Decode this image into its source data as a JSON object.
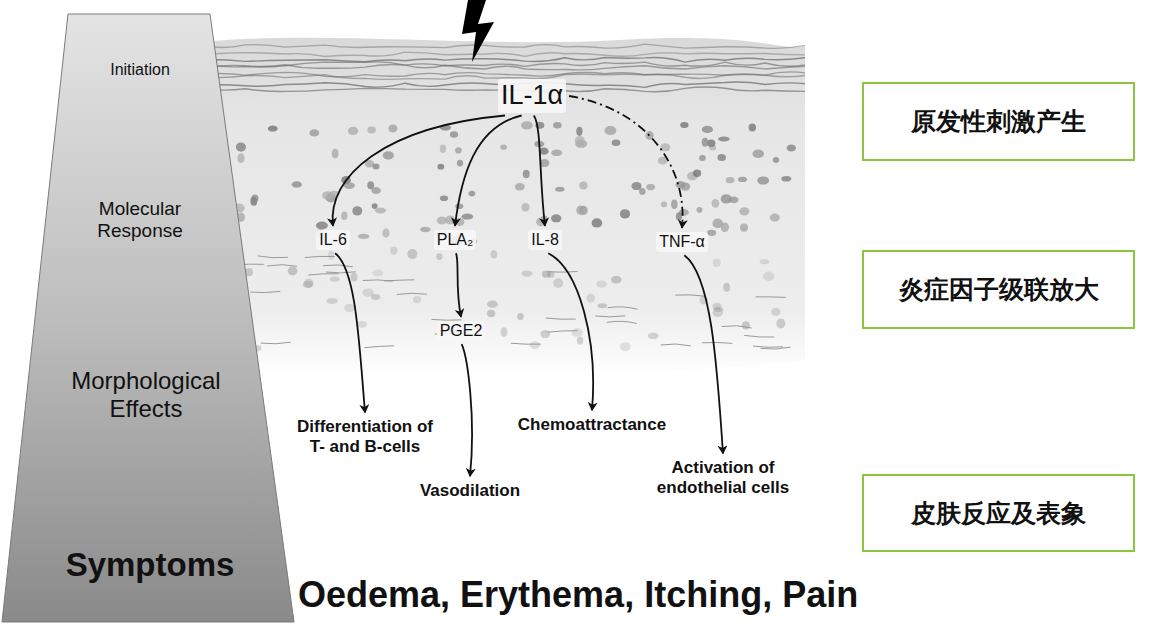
{
  "diagram": {
    "nodes": [
      {
        "text": [
          "Initiation",
          "Molecular Response",
          "Morphological Effects",
          "Symptoms"
        ]
      },
      {
        "text": [
          "IL-1α"
        ]
      },
      {
        "text": [
          "IL-6"
        ]
      },
      {
        "text": [
          "PLA₂"
        ]
      },
      {
        "text": [
          "IL-8"
        ]
      },
      {
        "text": [
          "TNF-α"
        ]
      },
      {
        "text": [
          "PGE2"
        ]
      },
      {
        "text": [
          "Differentiation of T- and B-cells"
        ]
      },
      {
        "text": [
          "Vasodilation"
        ]
      },
      {
        "text": [
          "Chemoattractance"
        ]
      },
      {
        "text": [
          "Activation of endothelial cells"
        ]
      },
      {
        "text": [
          "原发性刺激产生"
        ]
      },
      {
        "text": [
          "炎症因子级联放大"
        ]
      },
      {
        "text": [
          "皮肤反应及表象"
        ]
      }
    ],
    "edges": [
      {
        "from": 1,
        "to": 2,
        "arrow": "to"
      },
      {
        "from": 1,
        "to": 3,
        "arrow": "to"
      },
      {
        "from": 1,
        "to": 4,
        "arrow": "to"
      },
      {
        "from": 1,
        "to": 5,
        "arrow": "to"
      },
      {
        "from": 3,
        "to": 6,
        "arrow": "to"
      },
      {
        "from": 6,
        "to": 8,
        "arrow": "to"
      },
      {
        "from": 2,
        "to": 7,
        "arrow": "to"
      },
      {
        "from": 4,
        "to": 9,
        "arrow": "to"
      },
      {
        "from": 5,
        "to": 10,
        "arrow": "to"
      }
    ],
    "labels": [
      "Oedema, Erythema, Itching, Pain"
    ]
  }
}
